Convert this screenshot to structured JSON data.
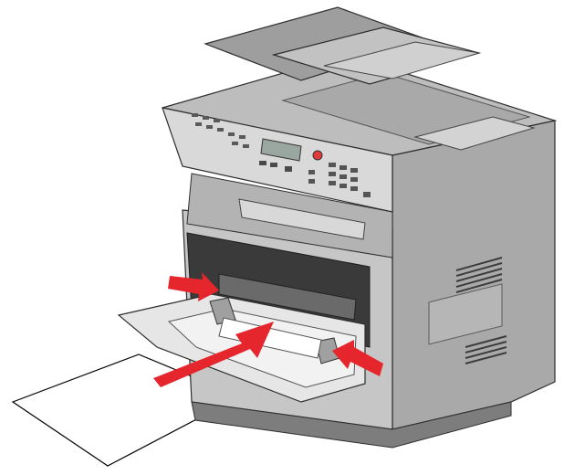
{
  "colors": {
    "background": "#ffffff",
    "printer_body": "#c9c9c9",
    "printer_dark": "#8a8a8a",
    "printer_shadow": "#5a5a5a",
    "tray": "#e6e6e6",
    "paper": "#ffffff",
    "arrow": "#e6262d",
    "stop_button": "#e23a3a",
    "display": "#9aa6a0"
  },
  "icons": {
    "insert_arrow": "red-arrow-right",
    "guide_left_arrow": "red-arrow-right",
    "guide_right_arrow": "red-arrow-left"
  }
}
